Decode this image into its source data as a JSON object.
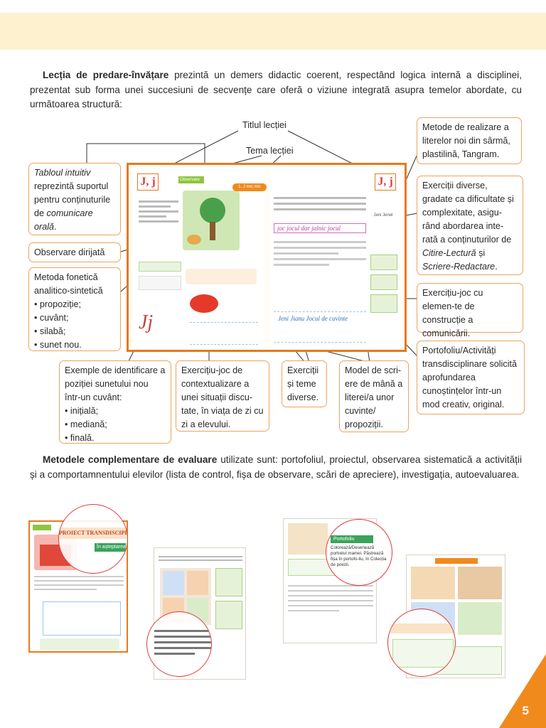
{
  "intro": {
    "bold": "Lecția de predare-învățare",
    "text": " prezintă un demers didactic coerent, respectând logica internă a disciplinei, prezentat sub forma unei succesiuni de secvențe care oferă o viziune integrată asupra temelor abordate, cu următoarea structură:"
  },
  "labels": {
    "titlul": "Titlul lecției",
    "tema": "Tema lecției"
  },
  "left_callouts": {
    "tablou_a": "Tabloul intuitiv",
    "tablou_b": " reprezintă suportul pentru conținuturile de ",
    "tablou_c": "comunicare orală",
    "tablou_d": ".",
    "observare": "Observare dirijată",
    "fonetica_title": "Metoda fonetică analitico-sintetică",
    "fonetica_items": [
      "• propoziție;",
      "• cuvânt;",
      "• silabă;",
      "• sunet nou."
    ]
  },
  "right_callouts": {
    "metode": "Metode de realizare a literelor noi din sârmă, plastilină, Tangram.",
    "exercitii_a": "Exerciții diverse, gradate ca dificultate și complexitate, asigu-rând abordarea inte-rată a conținuturilor de ",
    "exercitii_b": "Citire-Lectură",
    "exercitii_c": " și ",
    "exercitii_d": "Scriere-Redactare",
    "exercitii_e": ".",
    "joc_constructie": "Exercițiu-joc cu elemen-te de construcție a comunicării.",
    "portofoliu": "Portofoliu/Activități transdisciplinare solicită aprofundarea cunoștințelor într-un mod creativ, original."
  },
  "bottom_callouts": {
    "exemple_title": "Exemple de identificare a poziției sunetului nou într-un cuvânt:",
    "exemple_items": [
      "• inițială;",
      "• mediană;",
      "• finală."
    ],
    "joc_context": "Exercițiu-joc de contextualizare a unei situații discu-tate, în viața de zi cu zi a elevului.",
    "teme": "Exerciții și teme diverse.",
    "model": "Model de scri-ere de mână a literei/a unor cuvinte/ propoziții."
  },
  "book": {
    "letters_left": "J, j",
    "letters_right": "J, j",
    "label_top": "Observare",
    "tema_pill": "1. J mic mic",
    "phrase": "joc  jocul  dar  jalnic  jocul",
    "cursive": "Jeni  Jianu  Jocul de cuvinte",
    "names": [
      "Jeni",
      "Jenel"
    ]
  },
  "complementare": {
    "bold": "Metodele complementare de evaluare",
    "text": " utilizate sunt: portofoliul, proiectul, observarea sistematică a activității și a comportamnentului elevilor (lista de control, fișa de observare, scări de apreciere), investigația, autoevaluarea."
  },
  "thumbnails": {
    "t1_title": "PROIECT TRANSDISCIPLINAR",
    "t1_tag": "În așteptarea...",
    "t3_box_title": "Portofoliu",
    "t3_box_text": "Colorează/Desenează portretul mamei. Păstrează fișa în portofo-liu, în Colecția de poezii."
  },
  "page_number": "5",
  "colors": {
    "accent": "#e8791d",
    "callout_border": "#f0a25a",
    "band": "#fdf1cf",
    "circle": "#e03a3a"
  }
}
